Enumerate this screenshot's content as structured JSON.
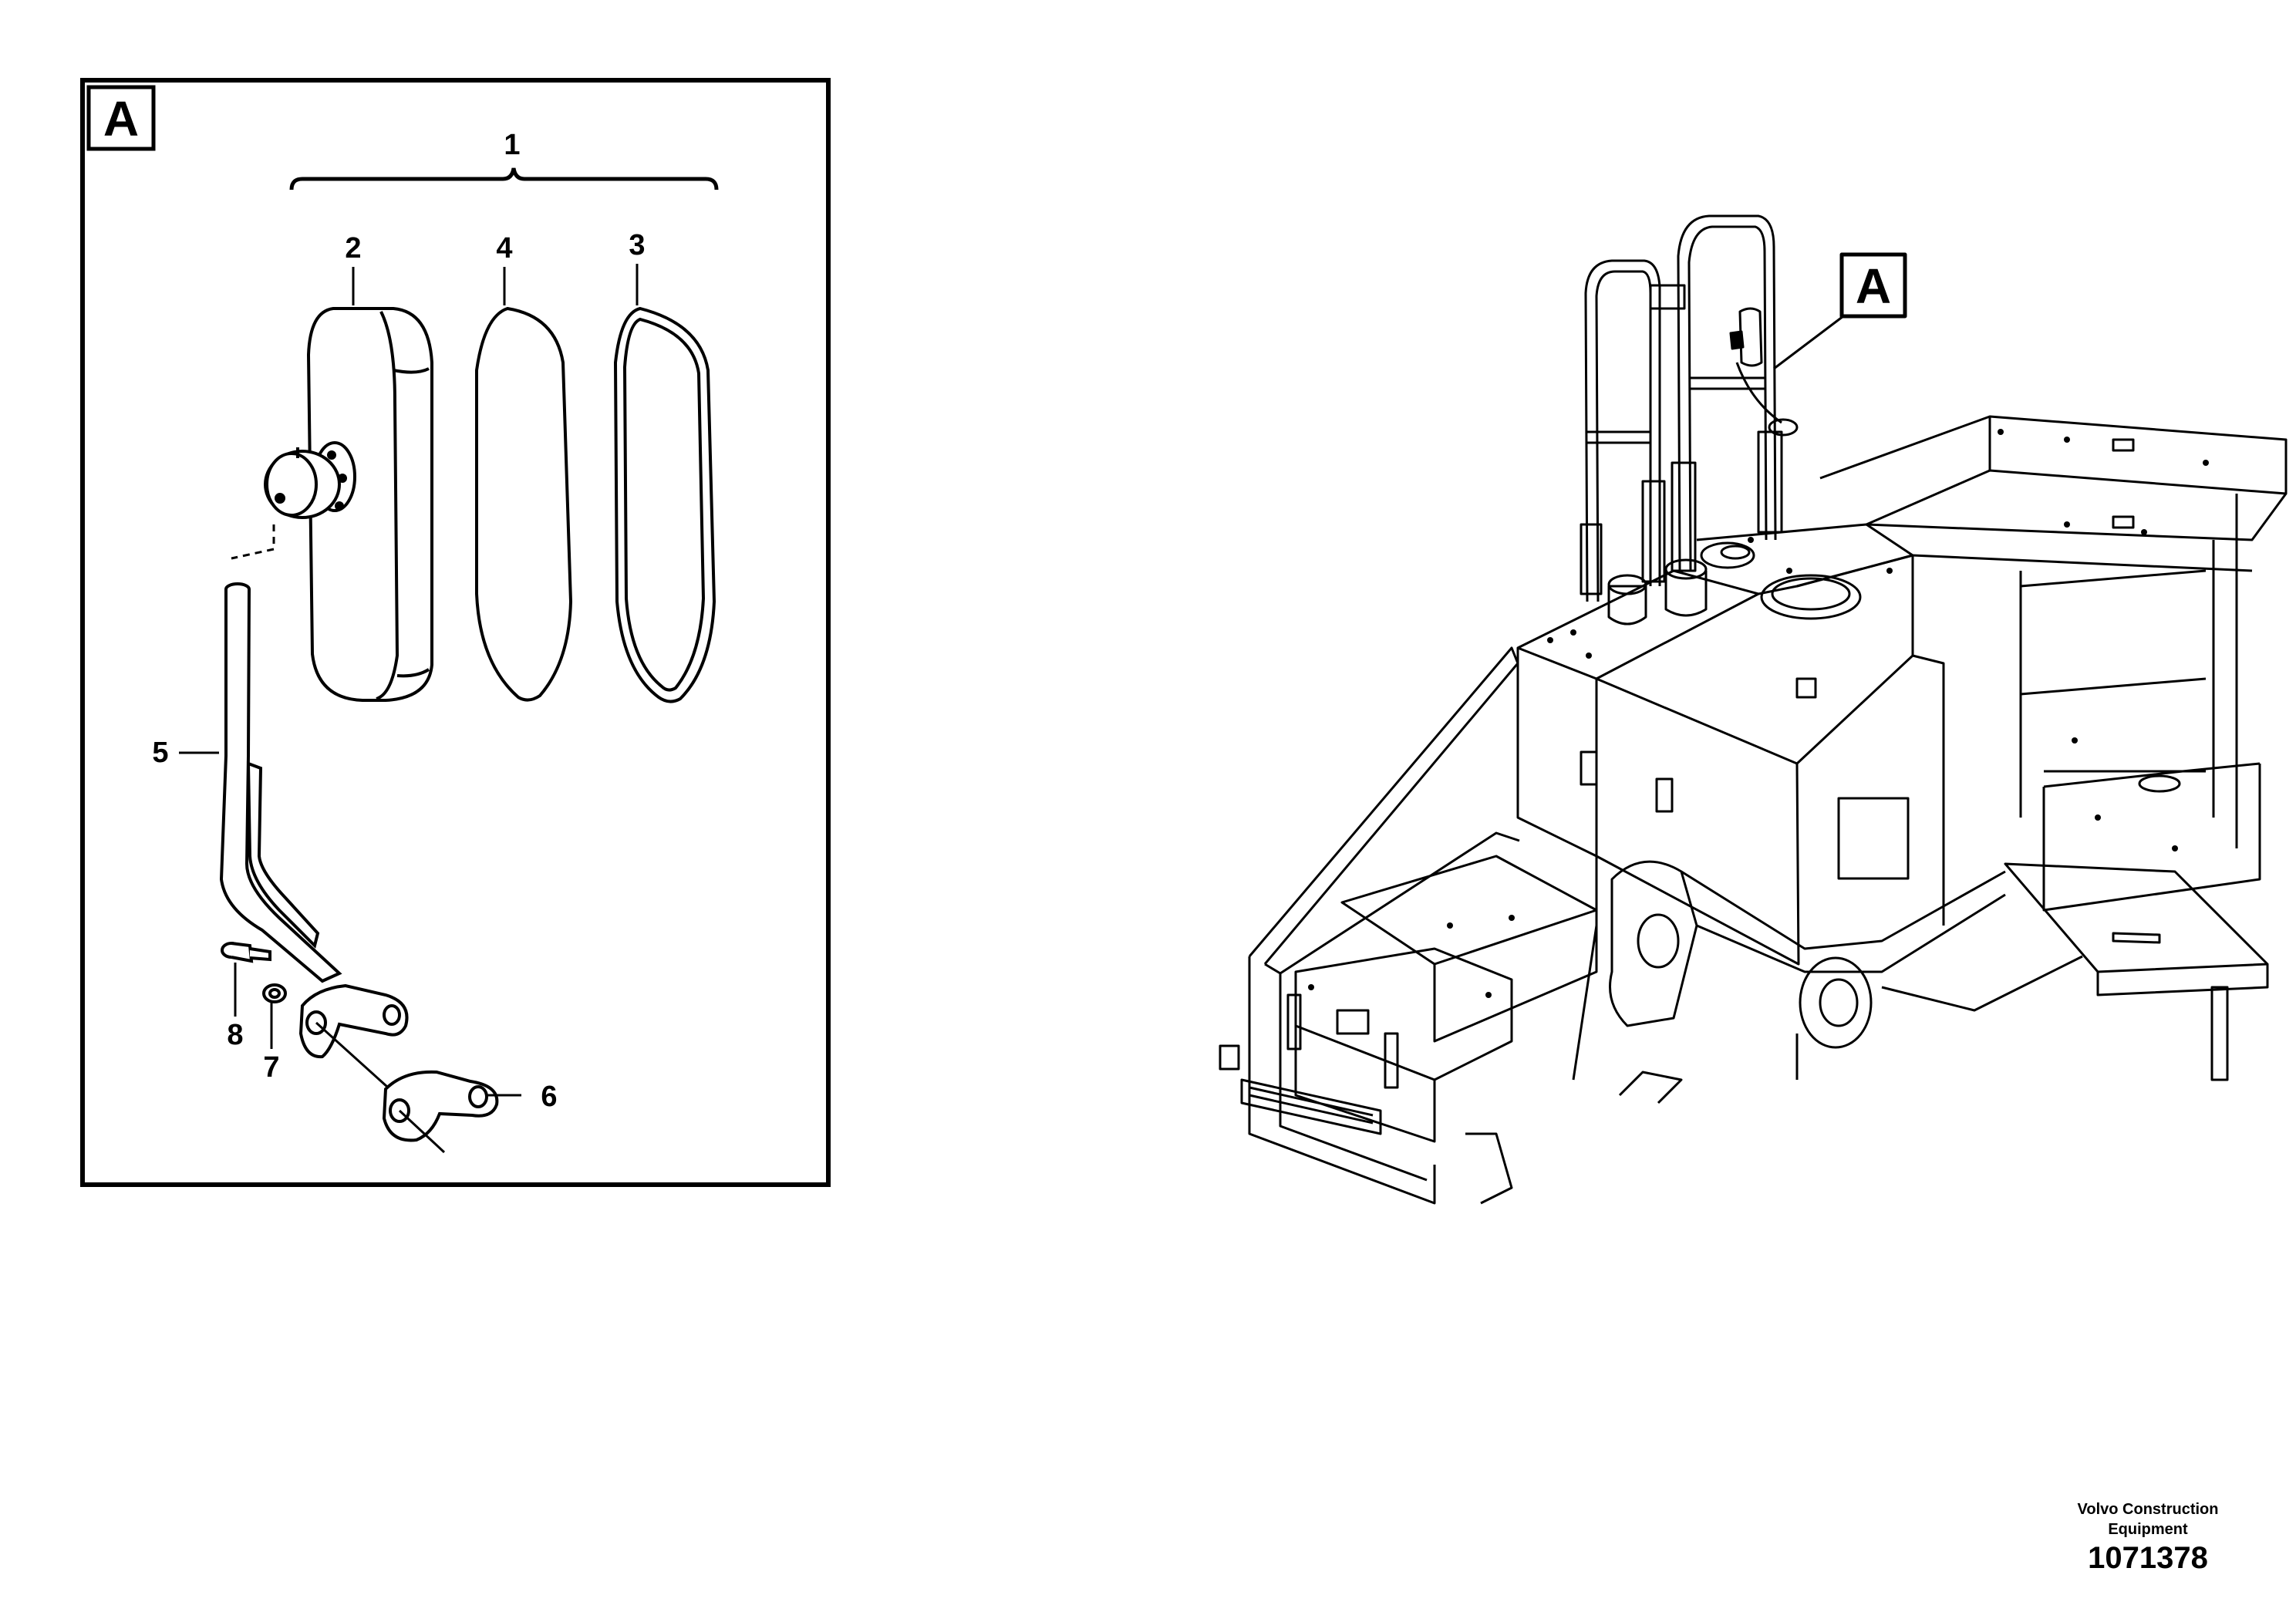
{
  "detail_view": {
    "letter": "A",
    "callouts": [
      {
        "id": "1",
        "text": "1"
      },
      {
        "id": "2",
        "text": "2"
      },
      {
        "id": "3",
        "text": "3"
      },
      {
        "id": "4",
        "text": "4"
      },
      {
        "id": "5",
        "text": "5"
      },
      {
        "id": "6",
        "text": "6"
      },
      {
        "id": "7",
        "text": "7"
      },
      {
        "id": "8",
        "text": "8"
      }
    ]
  },
  "machine_view": {
    "detail_marker": "A"
  },
  "footer": {
    "company_line1": "Volvo Construction",
    "company_line2": "Equipment",
    "drawing_number": "1071378"
  }
}
